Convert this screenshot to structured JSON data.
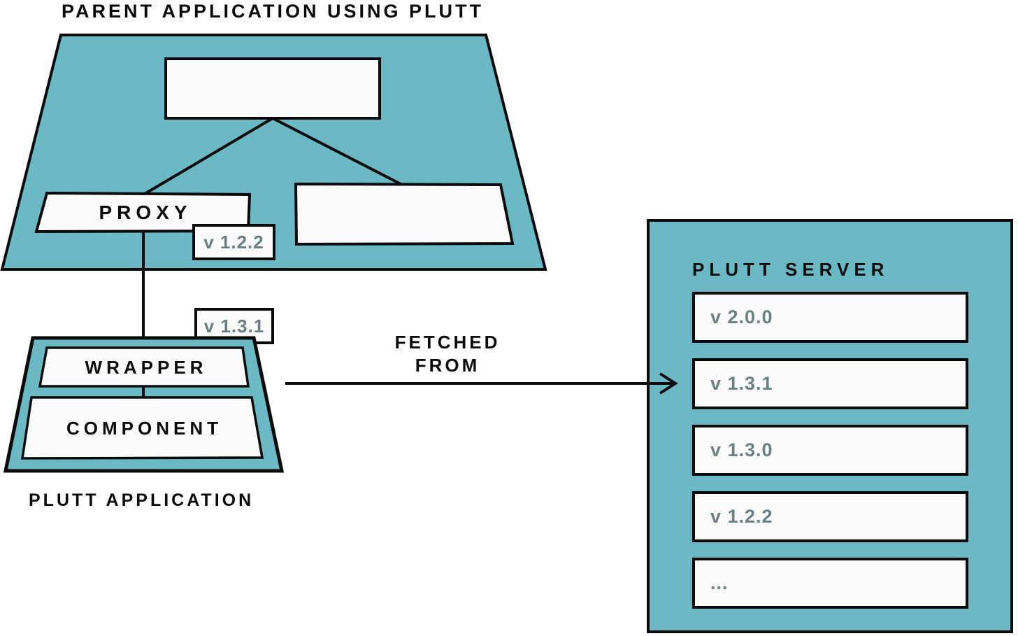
{
  "diagram": {
    "title": "PARENT APPLICATION USING PLUTT",
    "parent_app": {
      "proxy_label": "PROXY",
      "proxy_version": "v 1.2.2"
    },
    "plutt_app": {
      "caption": "PLUTT APPLICATION",
      "wrapper_label": "WRAPPER",
      "component_label": "COMPONENT",
      "version": "v 1.3.1"
    },
    "arrow": {
      "label_line1": "FETCHED",
      "label_line2": "FROM"
    },
    "server": {
      "title": "PLUTT SERVER",
      "versions": [
        "v 2.0.0",
        "v 1.3.1",
        "v 1.3.0",
        "v 1.2.2",
        "..."
      ]
    },
    "colors": {
      "teal": "#6bb9c5",
      "box_fill": "#fafafa",
      "line": "#0b0b0b",
      "version_text": "#6b8082"
    }
  }
}
